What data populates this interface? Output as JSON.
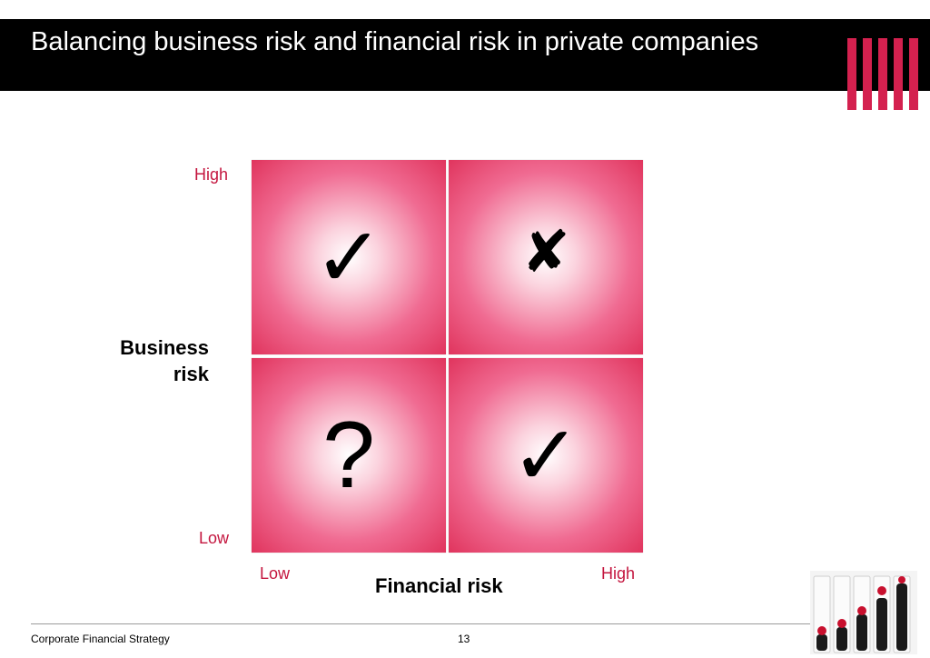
{
  "slide": {
    "title": "Balancing business risk and financial risk in private companies",
    "accent_color": "#d4214f"
  },
  "matrix": {
    "y_axis": {
      "label": "Business\nrisk",
      "high": "High",
      "low": "Low"
    },
    "x_axis": {
      "label": "Financial risk",
      "low": "Low",
      "high": "High"
    },
    "quadrants": {
      "top_left": {
        "symbol": "✓",
        "icon": "check-icon"
      },
      "top_right": {
        "symbol": "✘",
        "icon": "cross-icon"
      },
      "bottom_left": {
        "symbol": "?",
        "icon": "question-mark-icon"
      },
      "bottom_right": {
        "symbol": "✓",
        "icon": "check-icon"
      }
    },
    "quadrant_color": "#e0345d"
  },
  "footer": {
    "left": "Corporate Financial Strategy",
    "page_number": "13"
  }
}
